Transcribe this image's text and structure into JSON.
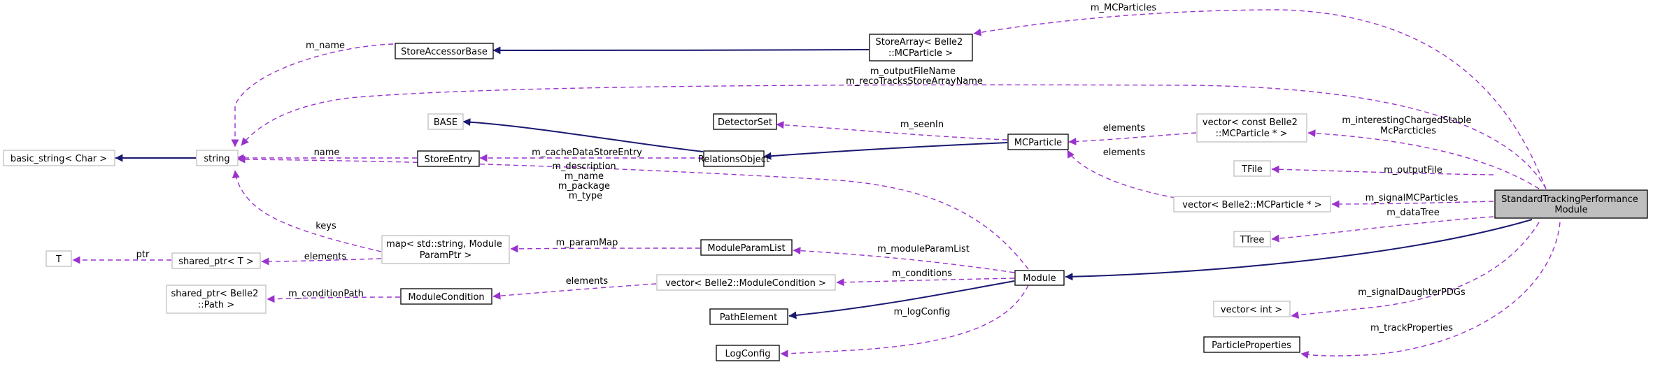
{
  "nodes": {
    "standard_module": [
      "StandardTrackingPerformance",
      "Module"
    ],
    "module": [
      "Module"
    ],
    "store_array": [
      "StoreArray< Belle2",
      "::MCParticle >"
    ],
    "store_accessor_base": [
      "StoreAccessorBase"
    ],
    "string": [
      "string"
    ],
    "basic_string": [
      "basic_string< Char >"
    ],
    "base": [
      "BASE"
    ],
    "relations_object": [
      "RelationsObject"
    ],
    "store_entry": [
      "StoreEntry"
    ],
    "detector_set": [
      "DetectorSet"
    ],
    "mc_particle": [
      "MCParticle"
    ],
    "vector_const_mcparticle": [
      "vector< const Belle2",
      "::MCParticle * >"
    ],
    "tfile": [
      "TFile"
    ],
    "vector_mcparticle": [
      "vector< Belle2::MCParticle * >"
    ],
    "ttree": [
      "TTree"
    ],
    "t": [
      "T"
    ],
    "shared_ptr_t": [
      "shared_ptr< T >"
    ],
    "map_param": [
      "map< std::string, Module",
      "ParamPtr >"
    ],
    "module_param_list": [
      "ModuleParamList"
    ],
    "shared_ptr_path": [
      "shared_ptr< Belle2",
      "::Path >"
    ],
    "module_condition": [
      "ModuleCondition"
    ],
    "vector_module_condition": [
      "vector< Belle2::ModuleCondition >"
    ],
    "path_element": [
      "PathElement"
    ],
    "log_config": [
      "LogConfig"
    ],
    "vector_int": [
      "vector< int >"
    ],
    "particle_properties": [
      "ParticleProperties"
    ]
  },
  "edge_labels": {
    "m_mcparticles": [
      "m_MCParticles"
    ],
    "m_name_accessor": [
      "m_name"
    ],
    "m_output_file_name": [
      "m_outputFileName",
      "m_recoTracksStoreArrayName"
    ],
    "m_seen_in": [
      "m_seenIn"
    ],
    "elements_mcparticle_1": [
      "elements"
    ],
    "elements_mcparticle_2": [
      "elements"
    ],
    "m_interesting": [
      "m_interestingChargedStable",
      "McParcticles"
    ],
    "name_store_entry": [
      "name"
    ],
    "m_cache_data": [
      "m_cacheDataStoreEntry"
    ],
    "m_description": [
      "m_description",
      "m_name",
      "m_package",
      "m_type"
    ],
    "m_output_file": [
      "m_outputFile"
    ],
    "m_signal_mcparticles": [
      "m_signalMCParticles"
    ],
    "m_data_tree": [
      "m_dataTree"
    ],
    "keys": [
      "keys"
    ],
    "ptr": [
      "ptr"
    ],
    "elements_shared": [
      "elements"
    ],
    "m_param_map": [
      "m_paramMap"
    ],
    "m_module_param_list": [
      "m_moduleParamList"
    ],
    "m_condition_path": [
      "m_conditionPath"
    ],
    "elements_condition": [
      "elements"
    ],
    "m_conditions": [
      "m_conditions"
    ],
    "m_log_config": [
      "m_logConfig"
    ],
    "m_signal_daughter": [
      "m_signalDaughterPDGs"
    ],
    "m_track_properties": [
      "m_trackProperties"
    ]
  },
  "colors": {
    "inheritance": "#191970",
    "usage": "#9a32cd",
    "focus_fill": "#bfbfbf",
    "solid_border": "#000000",
    "grey_border": "#bfbfbf"
  }
}
